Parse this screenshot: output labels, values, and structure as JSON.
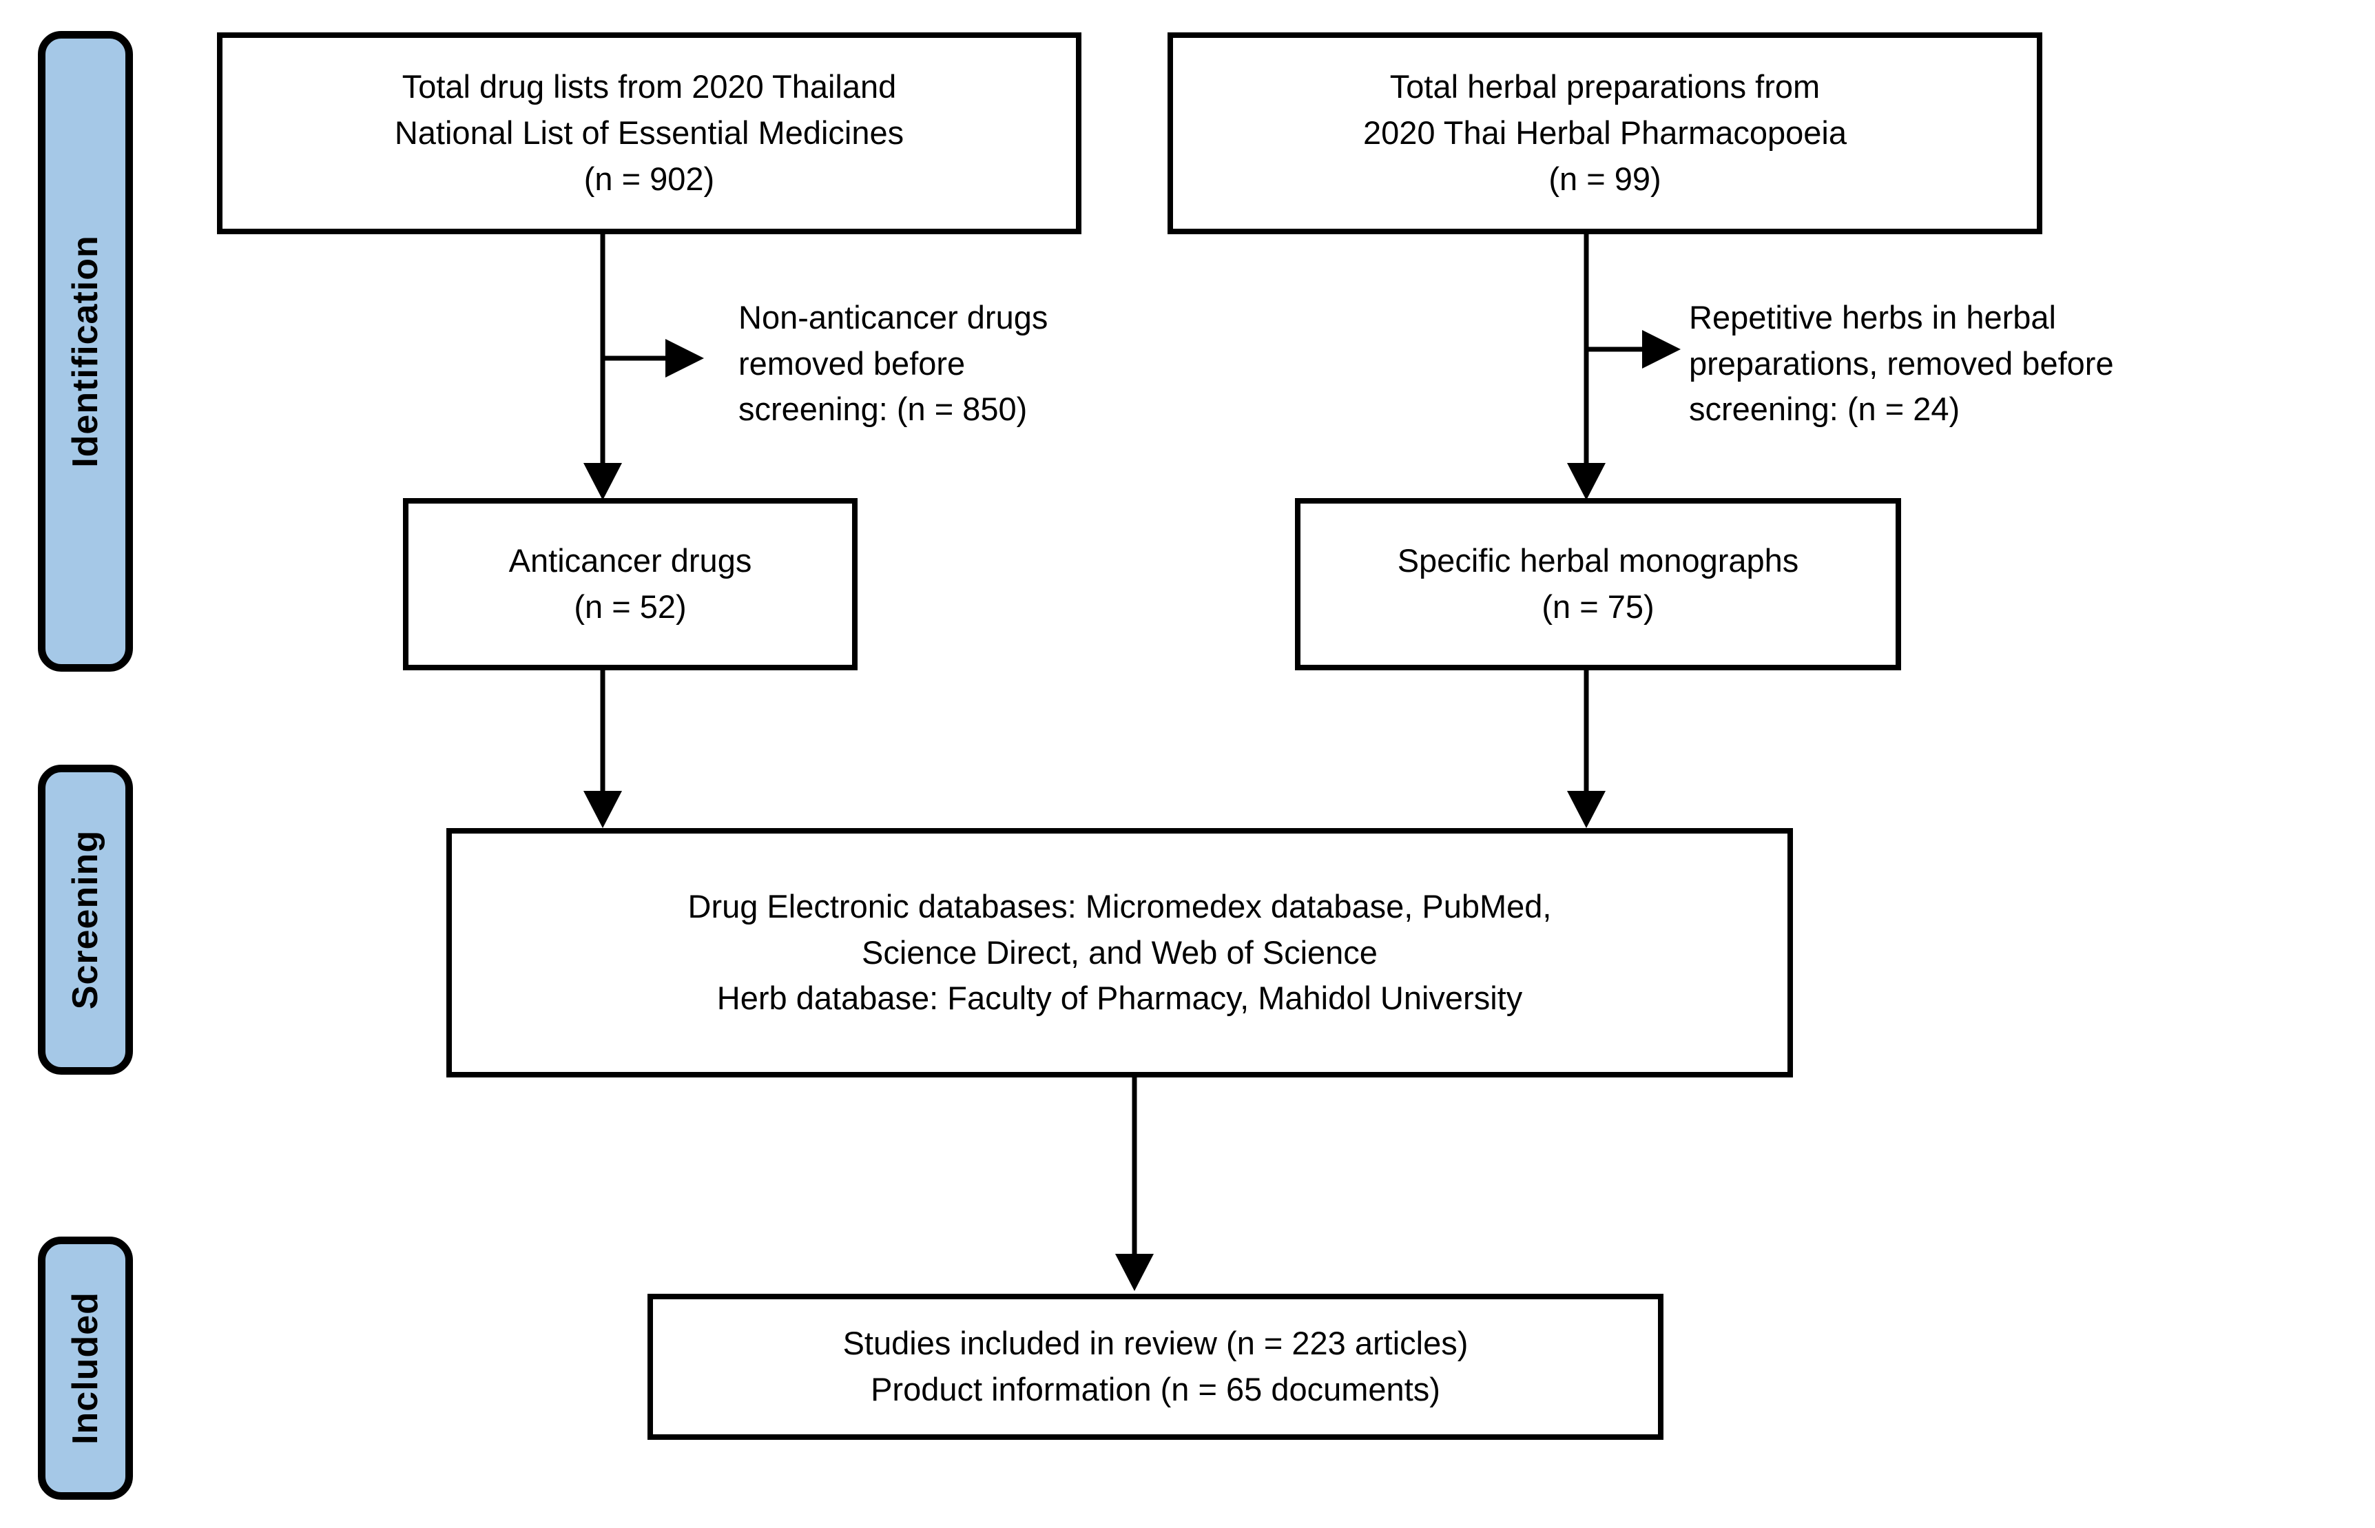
{
  "diagram": {
    "stages": [
      {
        "id": "identification",
        "label": "Identification"
      },
      {
        "id": "screening",
        "label": "Screening"
      },
      {
        "id": "included",
        "label": "Included"
      }
    ],
    "boxes": {
      "drug_source": "Total drug lists from 2020 Thailand\nNational List of Essential Medicines\n(n = 902)",
      "herb_source": "Total herbal preparations from\n2020 Thai Herbal Pharmacopoeia\n(n = 99)",
      "anticancer_drugs": "Anticancer drugs\n(n = 52)",
      "herbal_monographs": "Specific herbal monographs\n(n = 75)",
      "databases": "Drug Electronic databases: Micromedex database, PubMed,\nScience Direct, and Web of Science\nHerb database: Faculty of Pharmacy, Mahidol University",
      "included_studies": "Studies included in review (n = 223 articles)\nProduct information (n = 65 documents)"
    },
    "exclusions": {
      "left": "Non-anticancer drugs\nremoved before\nscreening: (n = 850)",
      "right": "Repetitive herbs in herbal\npreparations, removed before\nscreening: (n = 24)"
    },
    "colors": {
      "stage_fill": "#a5c8e7",
      "stage_border": "#000000",
      "box_border": "#000000",
      "arrow": "#000000",
      "text": "#000000",
      "background": "#ffffff"
    }
  }
}
